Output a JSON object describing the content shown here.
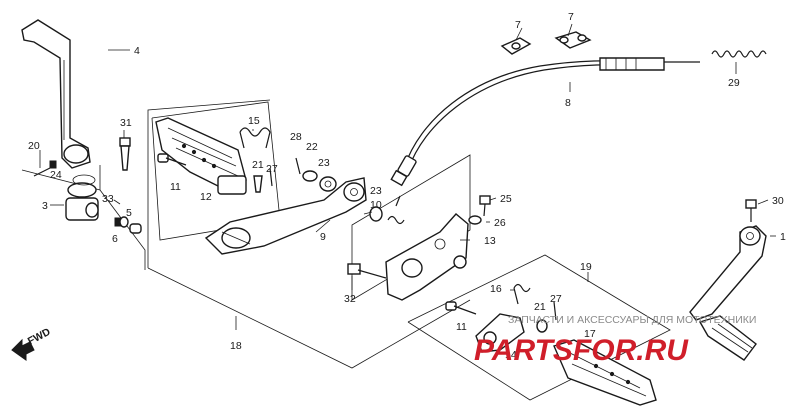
{
  "callouts": [
    "1",
    "3",
    "4",
    "5",
    "6",
    "7",
    "7",
    "8",
    "9",
    "10",
    "11",
    "11",
    "12",
    "13",
    "14",
    "15",
    "16",
    "17",
    "18",
    "19",
    "20",
    "21",
    "21",
    "22",
    "23",
    "23",
    "24",
    "25",
    "26",
    "27",
    "27",
    "28",
    "29",
    "30",
    "31",
    "32",
    "33"
  ],
  "direction_label": "FWD",
  "watermark": {
    "text": "ЗАПЧАСТИ И АКСЕССУАРЫ ДЛЯ МОТОТЕХНИКИ",
    "brand_a": "PARTS",
    "brand_b": "FOR",
    "brand_c": ".RU",
    "color": "#d01e2a"
  }
}
